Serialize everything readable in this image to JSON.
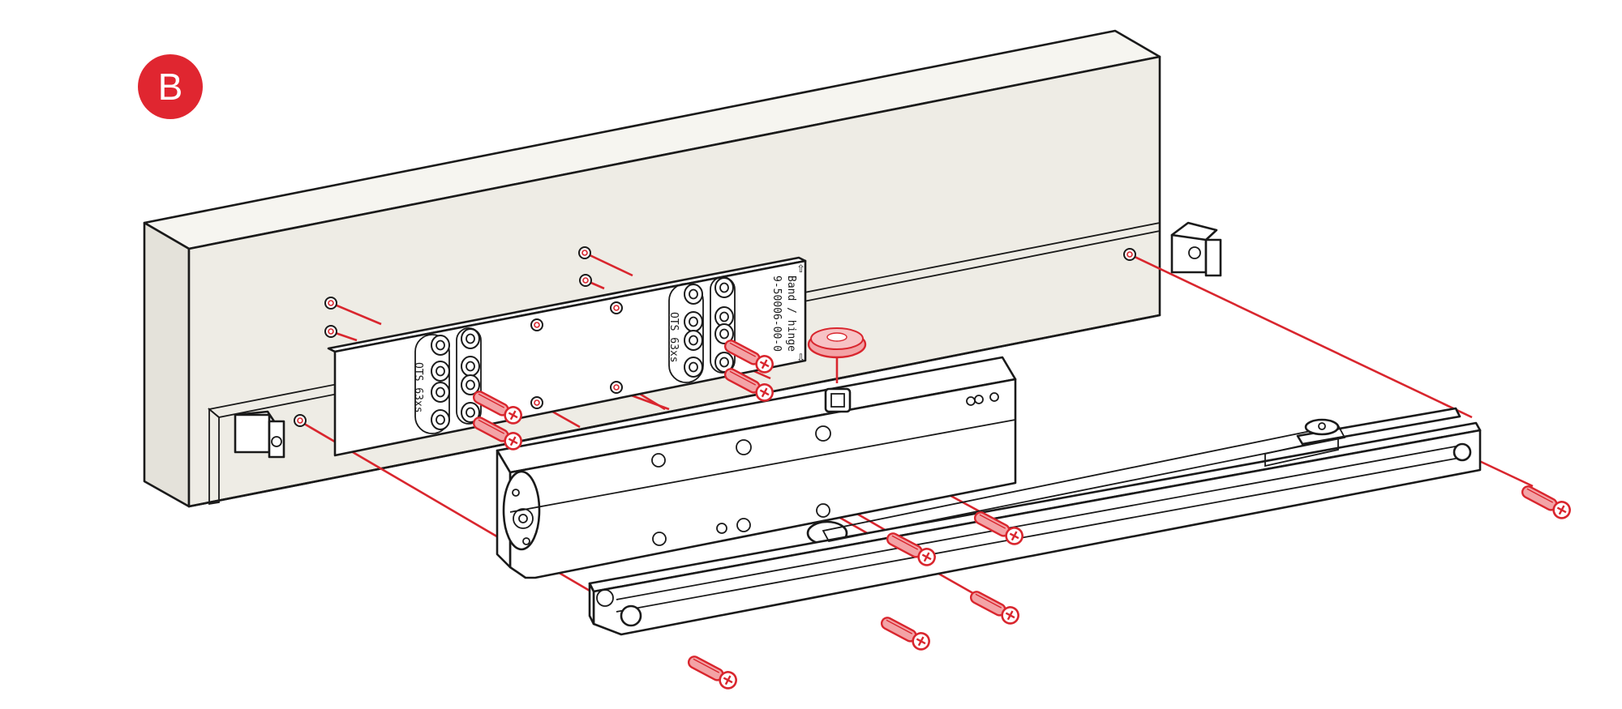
{
  "step": {
    "label": "B"
  },
  "mounting_plate": {
    "left_marking": "OTS 63xs",
    "center_marking": "OTS 63xs",
    "hinge_marking": "Band / hinge",
    "part_number": "9-50006-00-0"
  },
  "colors": {
    "accent_red": "#e02630",
    "surface": "#eeece5",
    "outline": "#1a1a1a",
    "metal": "#ffffff"
  }
}
